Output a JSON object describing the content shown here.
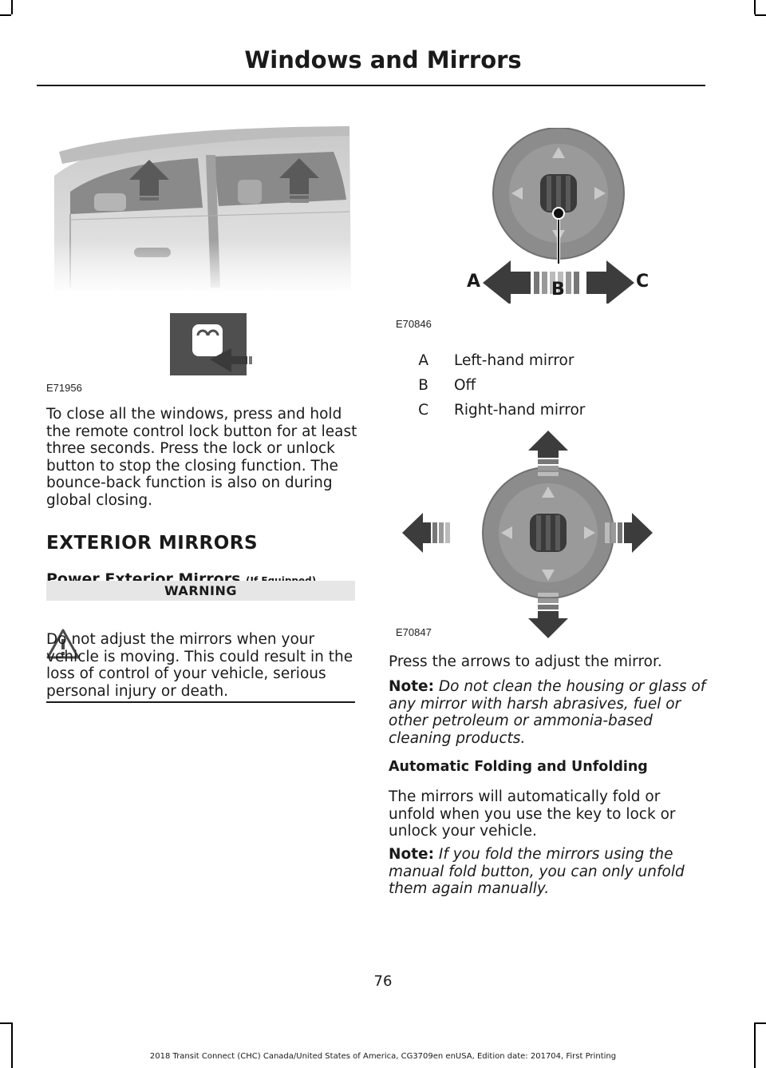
{
  "header": {
    "title": "Windows and Mirrors"
  },
  "figures": {
    "car": {
      "id": "E71956"
    },
    "mirror_switch": {
      "id": "E70846",
      "label_a": "A",
      "label_b": "B",
      "label_c": "C"
    },
    "mirror_arrows": {
      "id": "E70847"
    }
  },
  "left": {
    "intro": "To close all the windows, press and hold the remote control lock button for at least three seconds. Press the lock or unlock button to stop the closing function. The bounce-back function is also on during global closing.",
    "section_title": "EXTERIOR MIRRORS",
    "subsection_title": "Power Exterior Mirrors",
    "subsection_suffix": "(If Equipped)",
    "warning_label": "WARNING",
    "warning_text": "Do not adjust the mirrors when your vehicle is moving. This could result in the loss of control of your vehicle, serious personal injury or death."
  },
  "legend": [
    {
      "key": "A",
      "value": "Left-hand mirror"
    },
    {
      "key": "B",
      "value": "Off"
    },
    {
      "key": "C",
      "value": "Right-hand mirror"
    }
  ],
  "right": {
    "press_arrows": "Press the arrows to adjust the mirror.",
    "note1_label": "Note:",
    "note1_text": "Do not clean the housing or glass of any mirror with harsh abrasives, fuel or other petroleum or ammonia-based cleaning products.",
    "auto_fold_title": "Automatic Folding and Unfolding",
    "auto_fold_text": "The mirrors will automatically fold or unfold when you use the key to lock or unlock your vehicle.",
    "note2_label": "Note:",
    "note2_text": "If you fold the mirrors using the manual fold button, you can only unfold them again manually."
  },
  "page_number": "76",
  "footer": "2018 Transit Connect (CHC) Canada/United States of America, CG3709en enUSA, Edition date: 201704, First Printing"
}
